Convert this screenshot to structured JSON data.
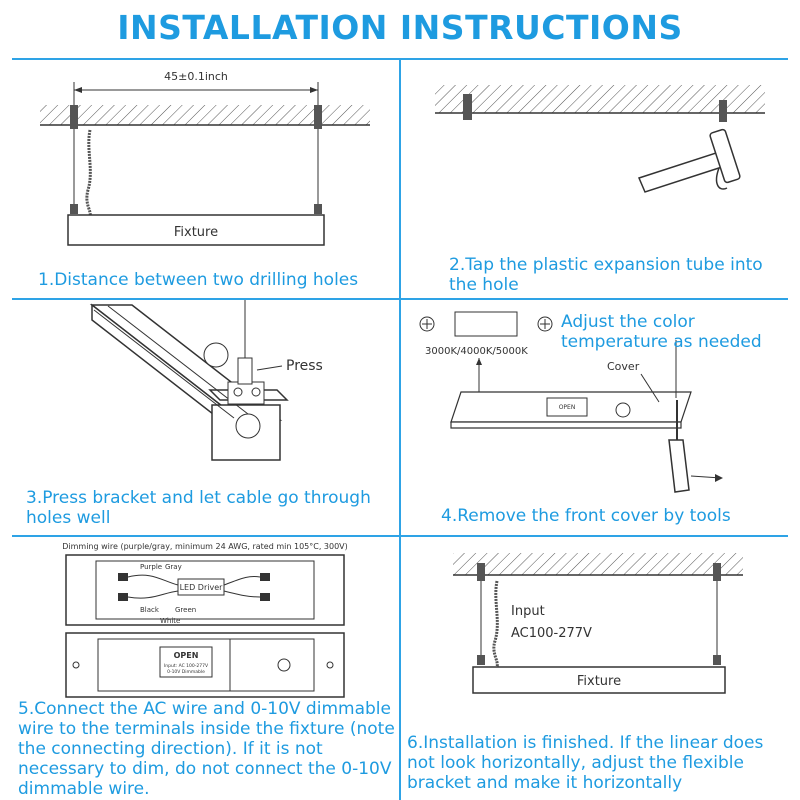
{
  "title": "INSTALLATION INSTRUCTIONS",
  "colors": {
    "accent": "#1e9be0",
    "line": "#333333"
  },
  "steps": [
    {
      "caption": "1.Distance between two drilling holes",
      "labels": {
        "dimension": "45±0.1inch",
        "fixture": "Fixture"
      }
    },
    {
      "caption": "2.Tap the plastic expansion tube into the hole",
      "labels": {}
    },
    {
      "caption": "3.Press bracket and let cable go through holes well",
      "labels": {
        "press": "Press"
      }
    },
    {
      "caption": "4.Remove the front cover by tools",
      "labels": {
        "adjust": "Adjust the color temperature as needed",
        "cct": "3000K/4000K/5000K",
        "cover": "Cover",
        "open_tag": "OPEN"
      }
    },
    {
      "caption": "5.Connect the AC wire and 0-10V dimmable wire to the terminals inside the fixture (note the connecting direction). If it is not necessary to dim, do not connect the 0-10V dimmable wire.",
      "labels": {
        "dimming_wire": "Dimming wire (purple/gray, minimum 24 AWG, rated min 105°C, 300V)",
        "purple": "Purple",
        "gray": "Gray",
        "driver": "LED Driver",
        "black": "Black",
        "green": "Green",
        "white": "White",
        "open": "OPEN",
        "open_sub1": "Input: AC 100-277V",
        "open_sub2": "0-10V Dimmable"
      }
    },
    {
      "caption": "6.Installation is finished. If the linear does not look horizontally, adjust the flexible bracket and make it horizontally",
      "labels": {
        "input": "Input",
        "voltage": "AC100-277V",
        "fixture": "Fixture"
      }
    }
  ]
}
